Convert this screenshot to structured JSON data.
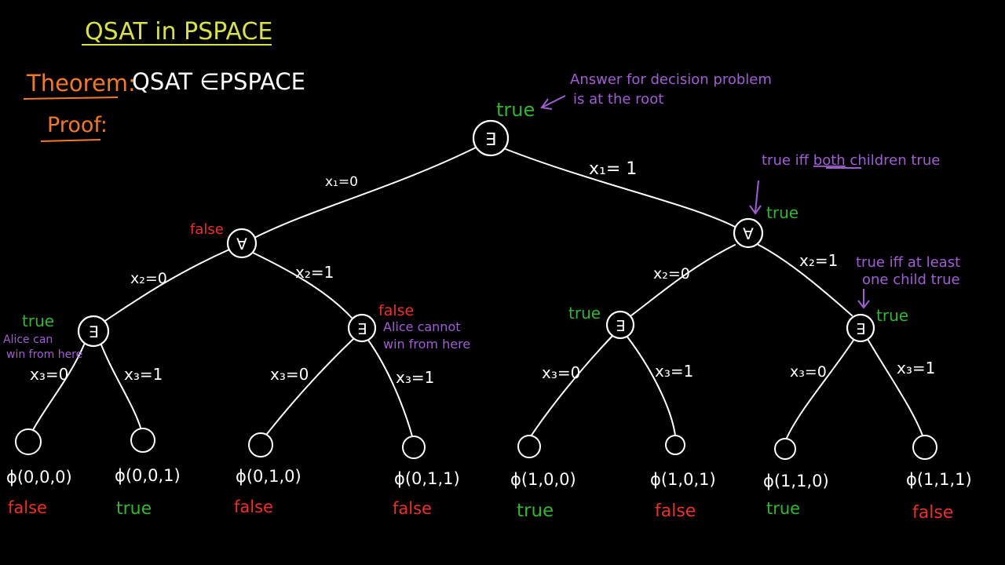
{
  "title": "QSAT in PSPACE",
  "theorem_label": "Theorem:",
  "theorem_text": "QSAT ∈PSPACE",
  "proof_label": "Proof:",
  "colors": {
    "background": "#000000",
    "white": "#ffffff",
    "true": "#33b533",
    "false": "#e8322a",
    "note": "#9f5fd0",
    "theorem": "#f07a2a",
    "title": "#d8e04a"
  },
  "nodes": {
    "root": {
      "symbol": "∃",
      "value": "true"
    },
    "l1_left": {
      "symbol": "∀",
      "value": "false"
    },
    "l1_right": {
      "symbol": "∀",
      "value": "true"
    },
    "l2_a": {
      "symbol": "∃",
      "value": "true"
    },
    "l2_b": {
      "symbol": "∃",
      "value": "false"
    },
    "l2_c": {
      "symbol": "∃",
      "value": "true"
    },
    "l2_d": {
      "symbol": "∃",
      "value": "true"
    }
  },
  "edges": {
    "root_left": "x₁=0",
    "root_right": "x₁= 1",
    "l1l_left": "x₂=0",
    "l1l_right": "x₂=1",
    "l1r_left": "x₂=0",
    "l1r_right": "x₂=1",
    "a_left": "x₃=0",
    "a_right": "x₃=1",
    "b_left": "x₃=0",
    "b_right": "x₃=1",
    "c_left": "x₃=0",
    "c_right": "x₃=1",
    "d_left": "x₃=0",
    "d_right": "x₃=1"
  },
  "leaves": [
    {
      "formula": "ϕ(0,0,0)",
      "value": "false"
    },
    {
      "formula": "ϕ(0,0,1)",
      "value": "true"
    },
    {
      "formula": "ϕ(0,1,0)",
      "value": "false"
    },
    {
      "formula": "ϕ(0,1,1)",
      "value": "false"
    },
    {
      "formula": "ϕ(1,0,0)",
      "value": "true"
    },
    {
      "formula": "ϕ(1,0,1)",
      "value": "false"
    },
    {
      "formula": "ϕ(1,1,0)",
      "value": "true"
    },
    {
      "formula": "ϕ(1,1,1)",
      "value": "false"
    }
  ],
  "notes": {
    "root_line1": "Answer for decision problem",
    "root_line2": "is at the root",
    "forall_prefix": "true iff ",
    "forall_both": "both",
    "forall_suffix": " children true",
    "exists_line1": "true iff at least",
    "exists_line2": "one child true",
    "alice_can_line1": "Alice can",
    "alice_can_line2": "win from here",
    "alice_cannot_line1": "Alice cannot",
    "alice_cannot_line2": "win from here"
  }
}
